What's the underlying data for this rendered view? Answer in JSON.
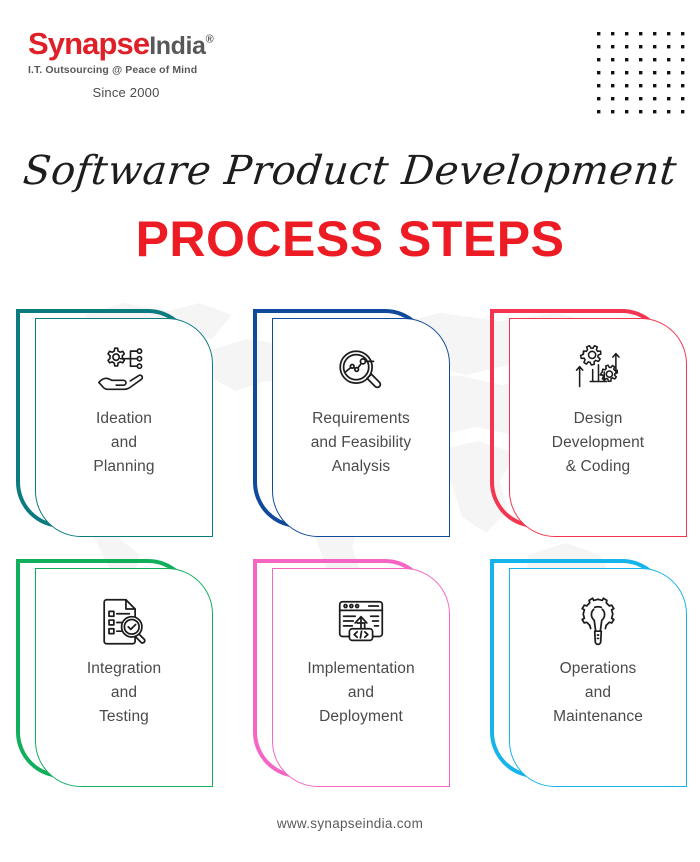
{
  "brand": {
    "logo_primary": "Synapse",
    "logo_secondary": "India",
    "logo_registered": "®",
    "tagline": "I.T. Outsourcing @ Peace of Mind",
    "since": "Since 2000",
    "primary_color": "#E02028",
    "secondary_color": "#58585A"
  },
  "decor": {
    "dot_grid_icon": "dot-grid-pattern",
    "dot_rows": 7,
    "dot_cols": 7,
    "dot_color": "#111111",
    "world_map_icon": "world-map-watermark",
    "world_map_color": "#EDEDED"
  },
  "heading": {
    "script_line": "Software Product Development",
    "main_line": "PROCESS STEPS",
    "main_color": "#ED1C24"
  },
  "cards": [
    {
      "label": "Ideation\nand\nPlanning",
      "color": "#0B7B7F",
      "icon": "hand-holding-gear-network-icon"
    },
    {
      "label": "Requirements\nand Feasibility\nAnalysis",
      "color": "#11499B",
      "icon": "magnifier-line-chart-icon"
    },
    {
      "label": "Design\nDevelopment\n& Coding",
      "color": "#F4354F",
      "icon": "gears-growth-arrows-icon"
    },
    {
      "label": "Integration\nand\nTesting",
      "color": "#11AE5C",
      "icon": "document-checkmark-magnifier-icon"
    },
    {
      "label": "Implementation\nand\nDeployment",
      "color": "#F566C4",
      "icon": "browser-code-upload-icon"
    },
    {
      "label": "Operations\nand\nMaintenance",
      "color": "#17B4E9",
      "icon": "gear-wrench-icon"
    }
  ],
  "footer": {
    "website": "www.synapseindia.com"
  }
}
